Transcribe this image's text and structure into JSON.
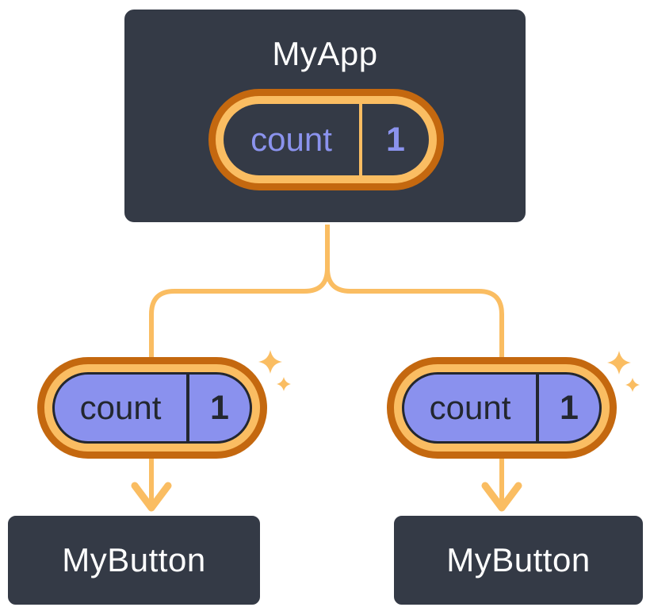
{
  "colors": {
    "bg": "#ffffff",
    "slate": "#343a46",
    "ink": "#23272f",
    "white": "#ffffff",
    "orange": "#fabd62",
    "orange-dark": "#c4680f",
    "purple": "#8a91ee",
    "purple-text": "#8b93ee"
  },
  "diagram": {
    "root": {
      "title": "MyApp",
      "state": {
        "name": "count",
        "value": "1"
      }
    },
    "children": [
      {
        "title": "MyButton",
        "prop": {
          "name": "count",
          "value": "1"
        }
      },
      {
        "title": "MyButton",
        "prop": {
          "name": "count",
          "value": "1"
        }
      }
    ]
  }
}
